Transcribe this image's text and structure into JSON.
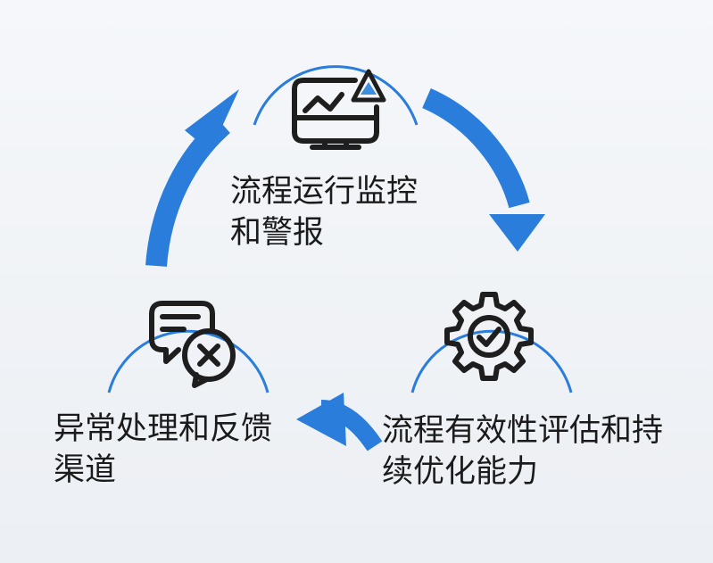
{
  "nodes": {
    "top": {
      "line1": "流程运行监控",
      "line2": "和警报",
      "icon": "monitor-alert-icon"
    },
    "left": {
      "line1": "异常处理和反馈",
      "line2": "渠道",
      "icon": "chat-error-icon"
    },
    "right": {
      "line1": "流程有效性评估和持",
      "line2": "续优化能力",
      "icon": "gear-check-icon"
    }
  },
  "colors": {
    "accent": "#2a7ddb",
    "text": "#1b1b1b",
    "icon": "#1e1e1e"
  }
}
